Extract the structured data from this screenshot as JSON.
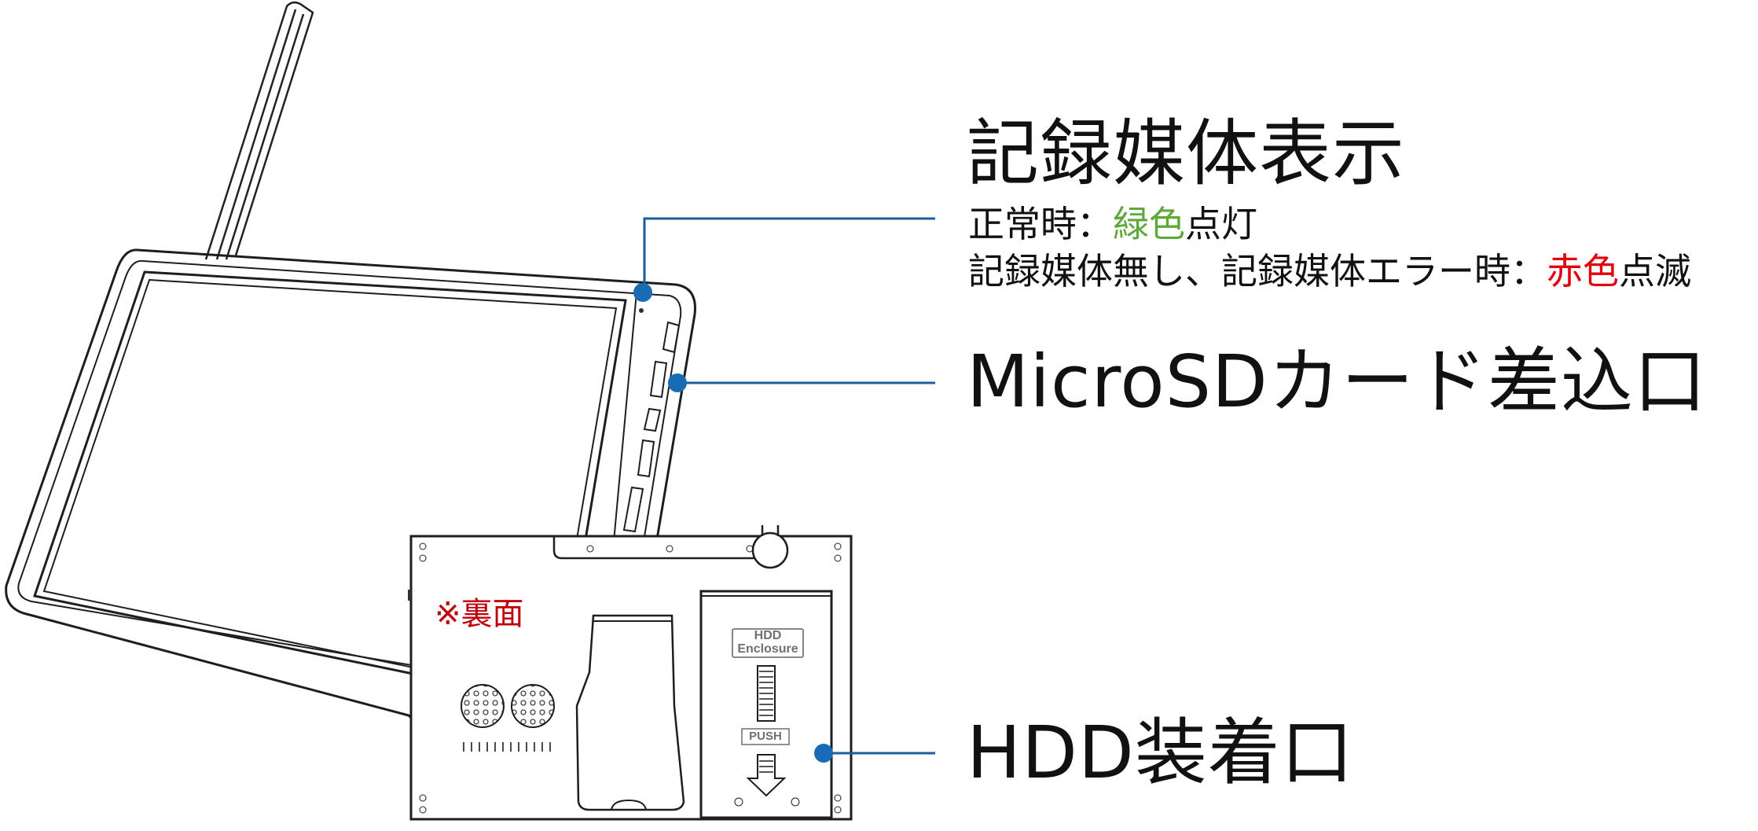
{
  "colors": {
    "line": "#1a5e9e",
    "dot": "#1a6bb5",
    "green": "#5fa83c",
    "red": "#e3000f",
    "rear_label": "#c0000c"
  },
  "callouts": {
    "media": {
      "title": "記録媒体表示",
      "normal_prefix": "正常時：",
      "normal_color_word": "緑色",
      "normal_suffix": "点灯",
      "error_prefix": "記録媒体無し、記録媒体エラー時：",
      "error_color_word": "赤色",
      "error_suffix": "点滅"
    },
    "microsd": {
      "title": "MicroSDカード差込口"
    },
    "hdd": {
      "title": "HDD装着口"
    }
  },
  "rear_view": {
    "label": "※裏面",
    "hdd_line1": "HDD",
    "hdd_line2": "Enclosure",
    "push": "PUSH"
  }
}
